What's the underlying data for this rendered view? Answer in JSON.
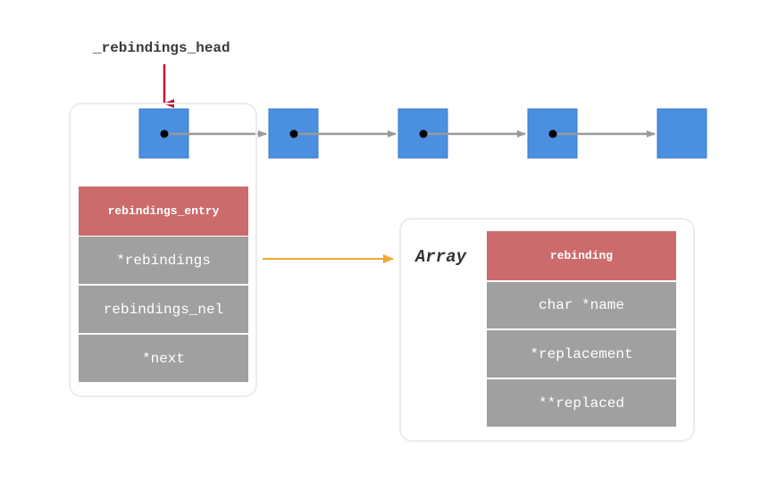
{
  "head_label": "_rebindings_head",
  "entry_struct": {
    "header": "rebindings_entry",
    "fields": [
      "*rebindings",
      "rebindings_nel",
      "*next"
    ]
  },
  "array_struct": {
    "label": "Array",
    "header": "rebinding",
    "fields": [
      "char *name",
      "*replacement",
      "**replaced"
    ]
  },
  "linked_list": {
    "node_count": 5
  },
  "colors": {
    "node": "#4a8fe0",
    "node_edge": "#3a78c8",
    "pointer_arrow": "#999999",
    "head_arrow": "#c8102e",
    "array_arrow": "#f0a830",
    "header_fill": "#cc6b6b",
    "field_fill": "#a0a0a0",
    "container_border": "#ececec"
  }
}
